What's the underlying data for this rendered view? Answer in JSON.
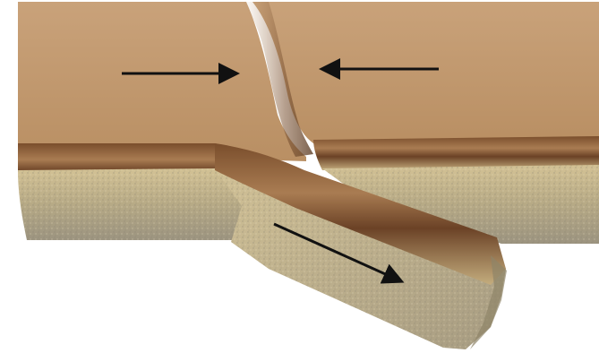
{
  "diagram": {
    "kind": "convergent-plate-boundary-subduction",
    "arrows": [
      {
        "id": "left-plate-motion",
        "direction": "right"
      },
      {
        "id": "right-plate-motion",
        "direction": "left"
      },
      {
        "id": "subducting-slab-motion",
        "direction": "down-right"
      }
    ]
  },
  "colors": {
    "background": "#ffffff",
    "surface": "#b98f63",
    "surface_light": "#c9a27a",
    "surface_dark": "#8a5f3a",
    "crust_band": "#6b4226",
    "crust_band_light": "#a97c52",
    "mantle_top": "#cdbb8c",
    "mantle_mid": "#b7aa86",
    "mantle_rock": "#9c9480",
    "arrow": "#111111"
  }
}
